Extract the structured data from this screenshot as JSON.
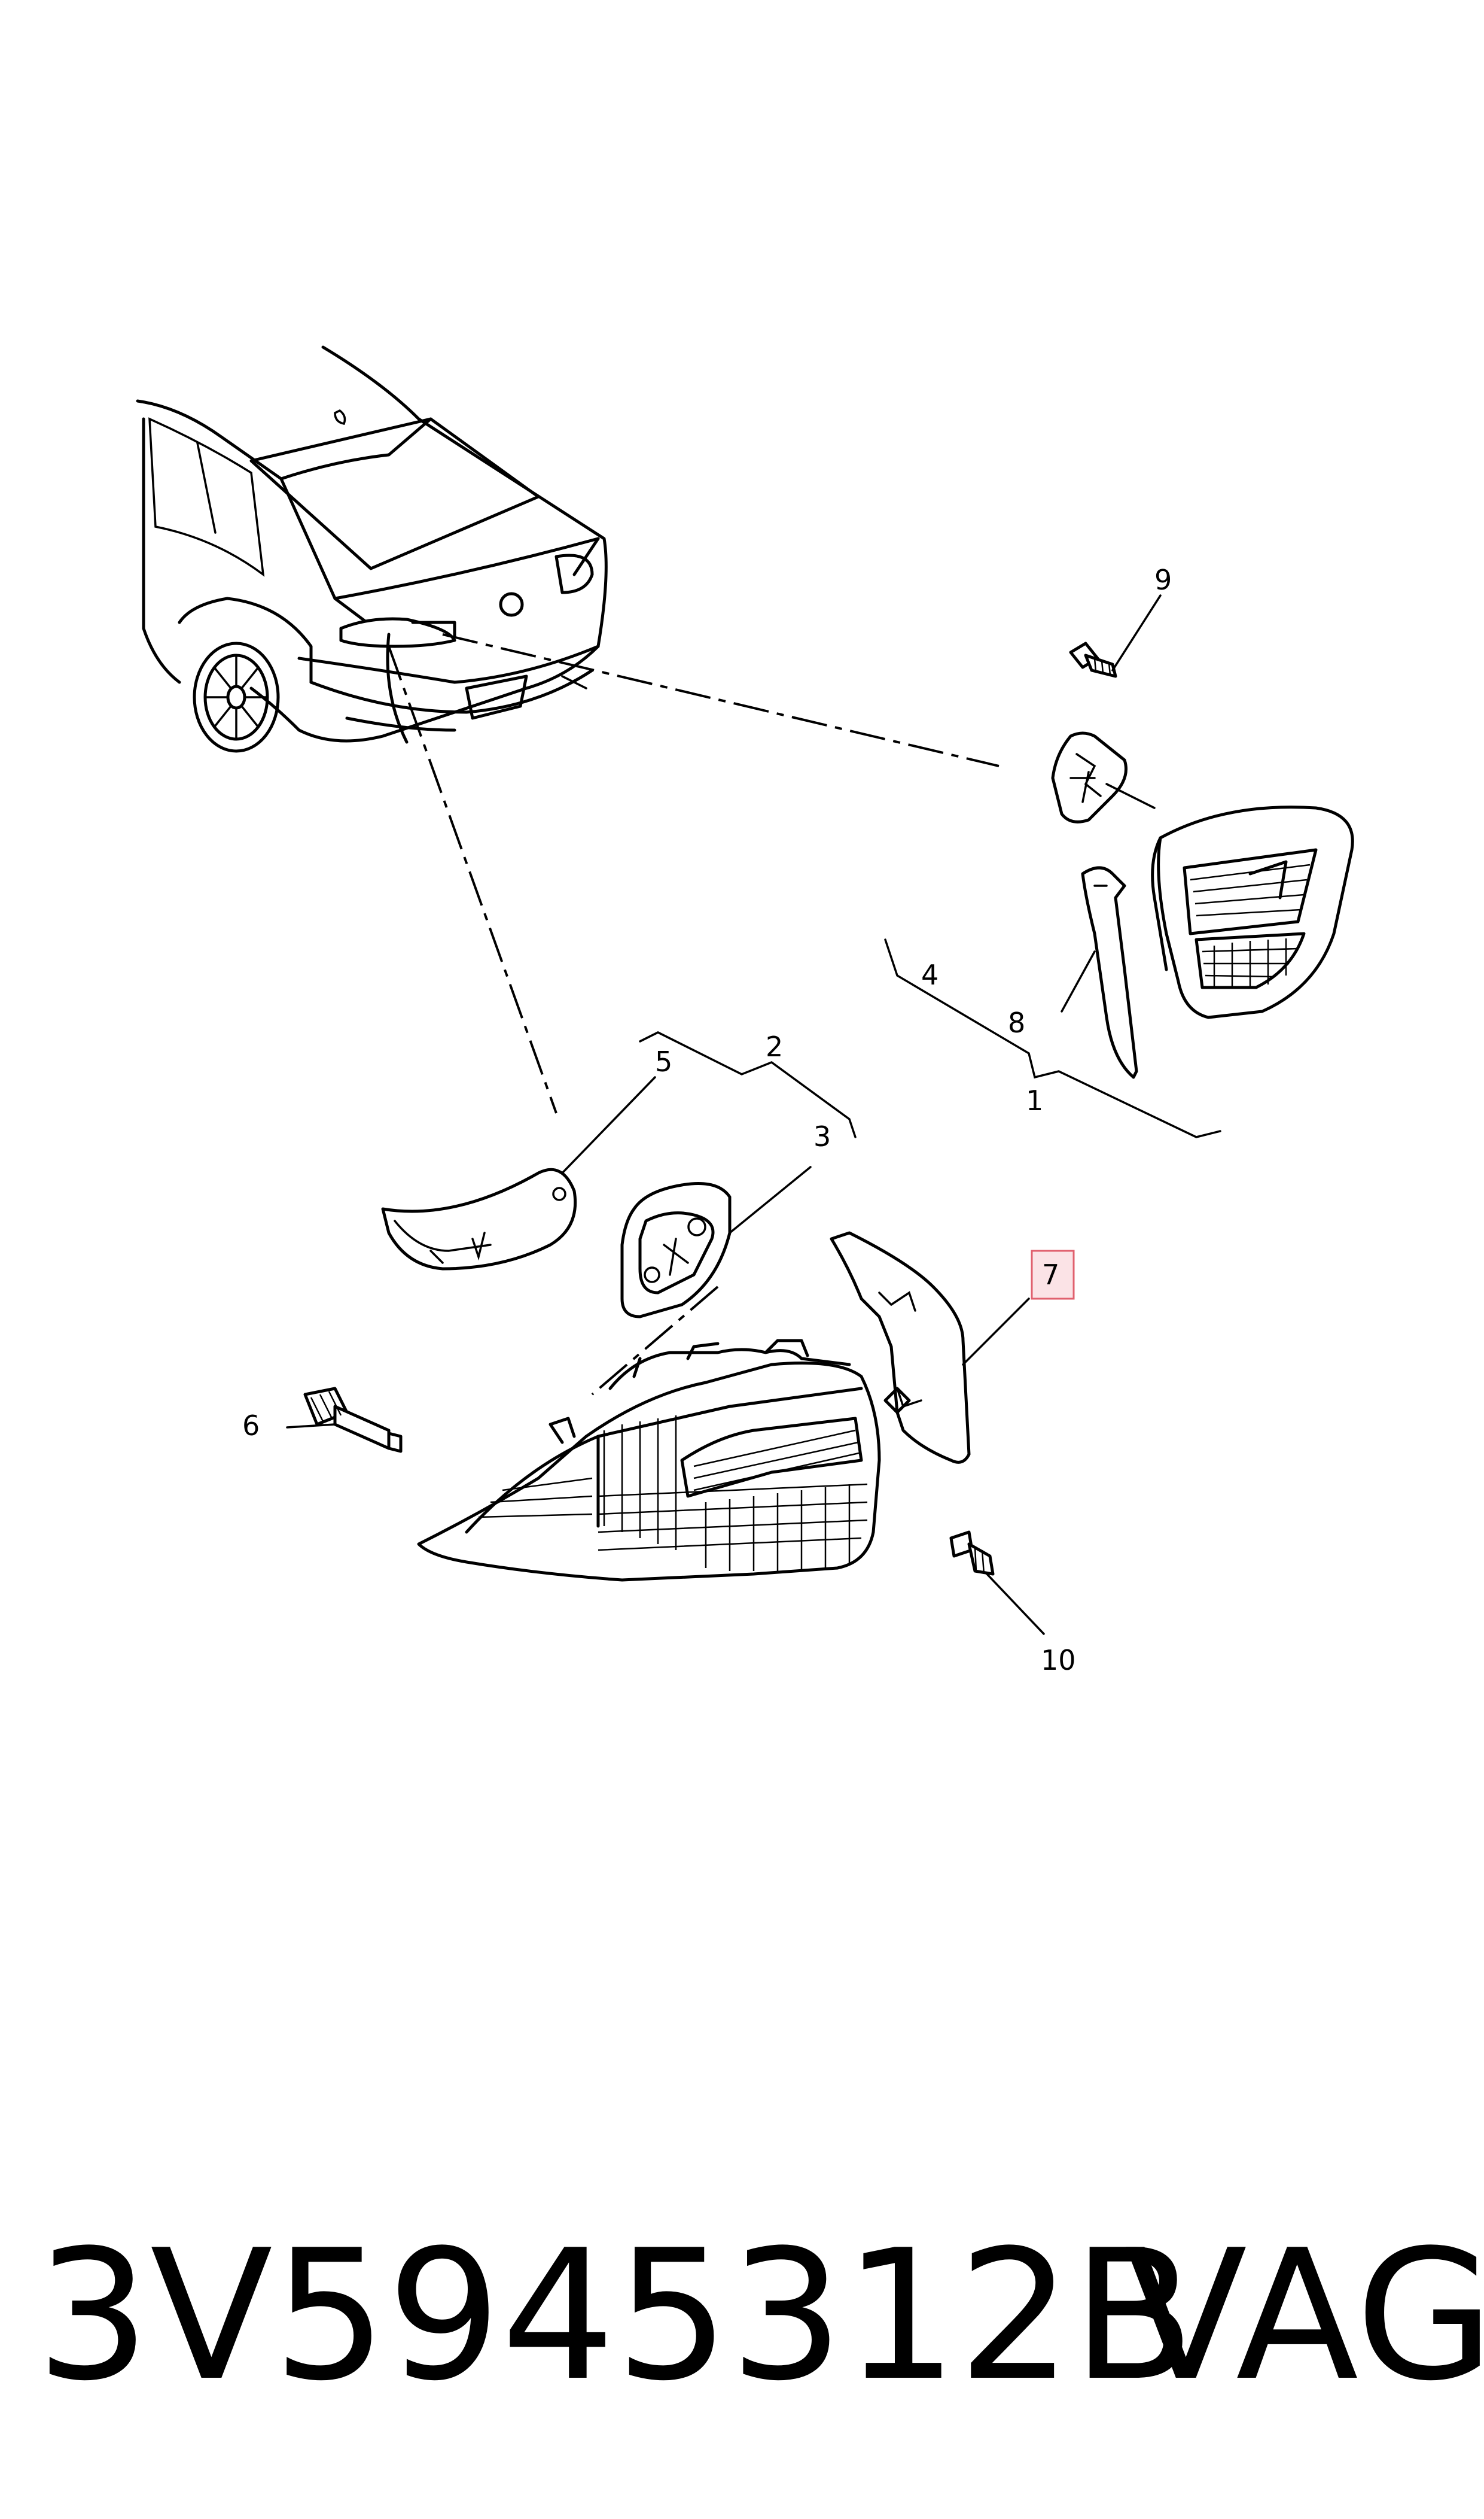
{
  "callouts": [
    {
      "id": "c1",
      "label": "1"
    },
    {
      "id": "c2",
      "label": "2"
    },
    {
      "id": "c3",
      "label": "3"
    },
    {
      "id": "c4",
      "label": "4"
    },
    {
      "id": "c5",
      "label": "5"
    },
    {
      "id": "c6",
      "label": "6"
    },
    {
      "id": "c7",
      "label": "7",
      "highlighted": true
    },
    {
      "id": "c8",
      "label": "8"
    },
    {
      "id": "c9",
      "label": "9"
    },
    {
      "id": "c10",
      "label": "10"
    }
  ],
  "highlight_color": "#e0606e",
  "footer": {
    "part_number": "3V5945312B",
    "brand": "VAG"
  }
}
